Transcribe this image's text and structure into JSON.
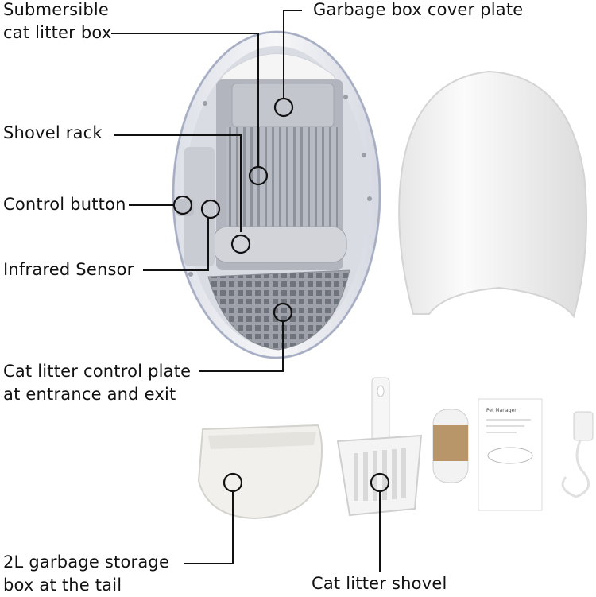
{
  "labels": {
    "submersible_box": "Submersible\ncat litter box",
    "garbage_cover": "Garbage box cover plate",
    "shovel_rack": "Shovel rack",
    "control_button": "Control button",
    "infrared_sensor": "Infrared Sensor",
    "control_plate": "Cat litter control plate\nat entrance and exit",
    "garbage_storage": "2L garbage storage\nbox at the tail",
    "litter_shovel": "Cat litter shovel"
  },
  "manual": {
    "brand": "Pet Manager"
  },
  "colors": {
    "shell": "#f2f2f4",
    "shell_edge": "#c7cad3",
    "interior": "#a9acb4",
    "grate": "#8b8e96",
    "tan_band": "#b9956a"
  }
}
